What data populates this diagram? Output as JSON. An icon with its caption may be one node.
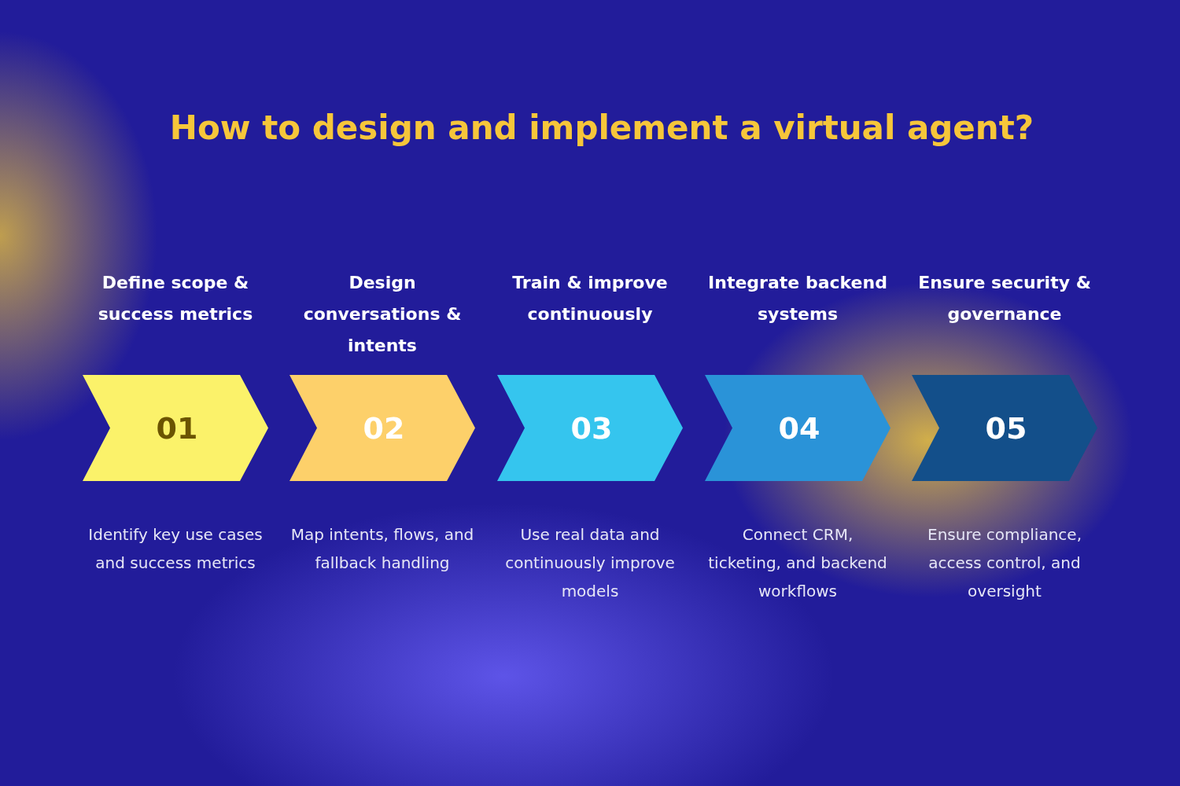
{
  "diagram": {
    "title": "How to design and implement a virtual agent?",
    "nodes": [
      {
        "text": [
          "Define scope & success metrics",
          "01"
        ],
        "beside": [
          "Identify key use cases and success metrics"
        ]
      },
      {
        "text": [
          "Design conversations & intents",
          "02"
        ],
        "beside": [
          "Map intents, flows, and fallback handling"
        ]
      },
      {
        "text": [
          "Train & improve continuously",
          "03"
        ],
        "beside": [
          "Use real data and continuously improve models"
        ]
      },
      {
        "text": [
          "Integrate backend systems",
          "04"
        ],
        "beside": [
          "Connect CRM, ticketing, and backend workflows"
        ]
      },
      {
        "text": [
          "Ensure security & governance",
          "05"
        ],
        "beside": [
          "Ensure compliance, access control, and oversight"
        ]
      }
    ],
    "edges": []
  }
}
